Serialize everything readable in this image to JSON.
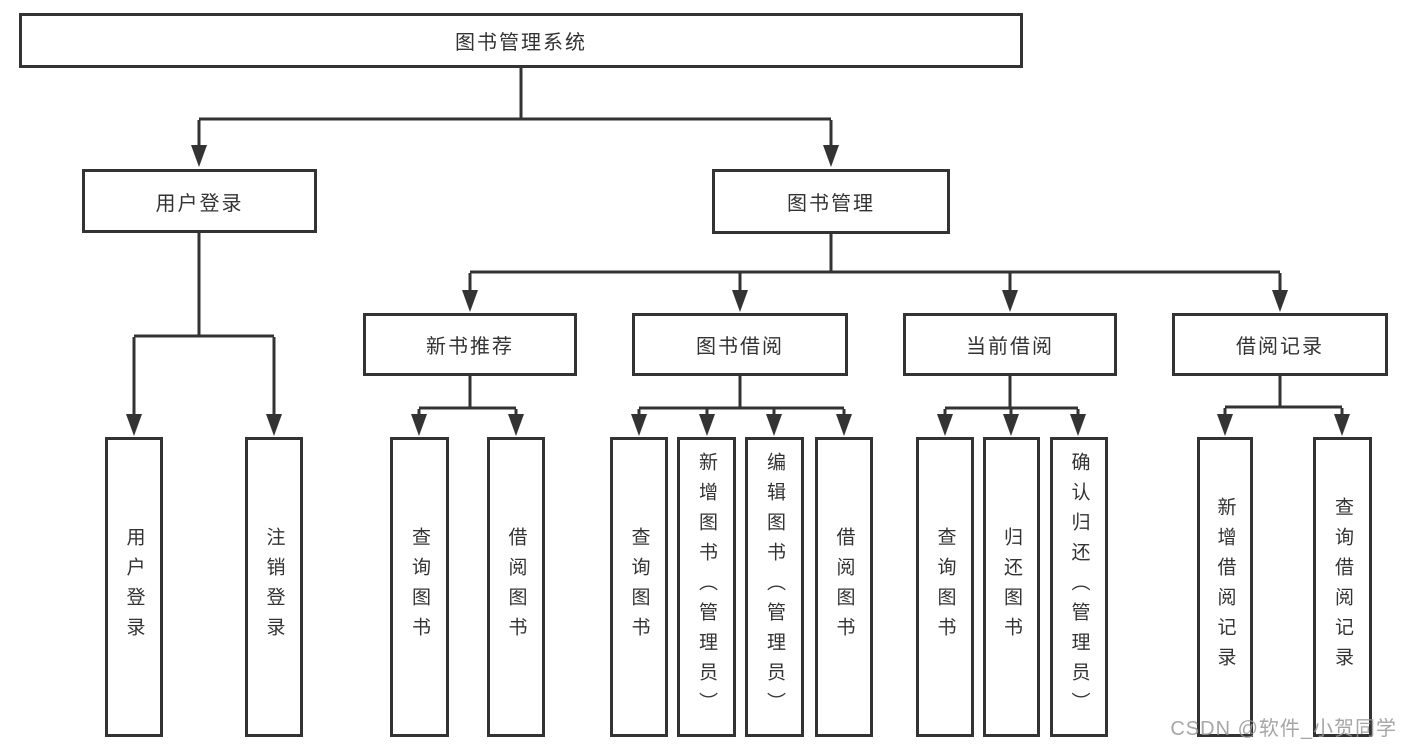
{
  "diagram": {
    "root": "图书管理系统",
    "level2": [
      "用户登录",
      "图书管理"
    ],
    "level3": [
      "新书推荐",
      "图书借阅",
      "当前借阅",
      "借阅记录"
    ],
    "leaves": {
      "user_login": [
        "用户登录",
        "注销登录"
      ],
      "new_book": [
        "查询图书",
        "借阅图书"
      ],
      "book_borrow": [
        "查询图书",
        "新增图书（管理员）",
        "编辑图书（管理员）",
        "借阅图书"
      ],
      "current_borrow": [
        "查询图书",
        "归还图书",
        "确认归还（管理员）"
      ],
      "borrow_records": [
        "新增借阅记录",
        "查询借阅记录"
      ]
    }
  },
  "watermark": "CSDN @软件_小贺同学",
  "colors": {
    "line": "#333333",
    "text": "#333333",
    "watermark": "#969696",
    "background": "#ffffff"
  }
}
